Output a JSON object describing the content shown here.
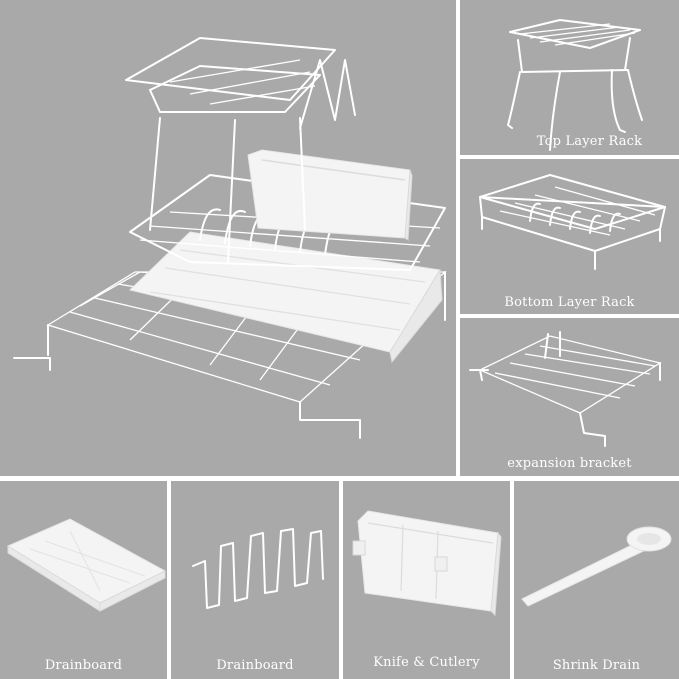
{
  "panels": {
    "top_layer_rack": {
      "caption": "Top Layer Rack"
    },
    "bottom_layer_rack": {
      "caption": "Bottom Layer Rack"
    },
    "expansion_bracket": {
      "caption": "expansion bracket"
    },
    "drainboard_tray": {
      "caption": "Drainboard"
    },
    "drainboard_holder": {
      "caption": "Drainboard"
    },
    "knife_cutlery": {
      "caption": "Knife & Cutlery"
    },
    "shrink_drain": {
      "caption": "Shrink Drain"
    }
  },
  "colors": {
    "panel_bg": "#a9a9a9",
    "product": "#ffffff",
    "page_bg": "#ffffff"
  }
}
